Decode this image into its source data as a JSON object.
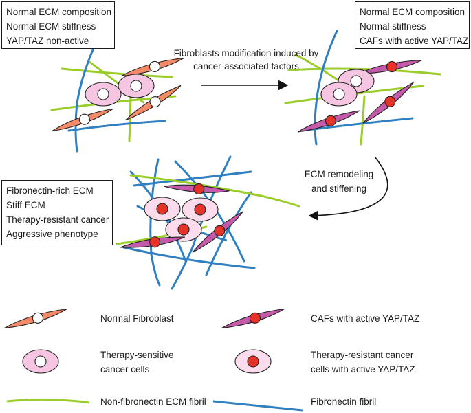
{
  "boxes": {
    "top_left": [
      "Normal ECM composition",
      "Normal ECM stiffness",
      "YAP/TAZ non-active"
    ],
    "top_right": [
      "Normal ECM composition",
      "Normal stiffness",
      "CAFs with active YAP/TAZ"
    ],
    "middle_left": [
      "Fibronectin-rich ECM",
      "Stiff ECM",
      "Therapy-resistant cancer",
      "Aggressive phenotype"
    ]
  },
  "arrows": {
    "top": [
      "Fibroblasts modification induced by",
      "cancer-associated factors"
    ],
    "curved": [
      "ECM remodeling",
      "and stiffening"
    ]
  },
  "legend": {
    "normal_fibroblast": "Normal Fibroblast",
    "caf": "CAFs with active YAP/TAZ",
    "sensitive": [
      "Therapy-sensitive",
      "cancer cells"
    ],
    "resistant": [
      "Therapy-resistant cancer",
      "cells with active YAP/TAZ"
    ],
    "non_fn_fibril": "Non-fibronectin ECM fibril",
    "fn_fibril": "Fibronectin fibril"
  },
  "colors": {
    "fibroblast": "#f58a68",
    "caf": "#c55aaa",
    "cancer_cell": "#f6c5e2",
    "resistant_cell": "#fbdcec",
    "nucleus_red": "#e6332a",
    "green_fibril": "#9acd2a",
    "blue_fibril": "#2f7fc1"
  }
}
